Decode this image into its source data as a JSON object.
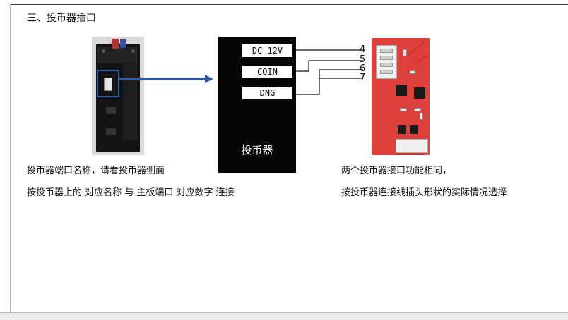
{
  "section_title": "三、投币器插口",
  "coin_box": {
    "name": "投币器",
    "pins": [
      "DC 12V",
      "COIN",
      "DNG"
    ]
  },
  "pin_numbers": [
    "4",
    "5",
    "6",
    "7"
  ],
  "left_text": {
    "line1": "投币器端口名称，请看投币器侧面",
    "line2": "按投币器上的 对应名称 与 主板端口 对应数字 连接"
  },
  "right_text": {
    "line1": "两个投币器接口功能相同，",
    "line2": "按投币器连接线插头形状的实际情况选择"
  },
  "colors": {
    "arrow": "#2f5aa8",
    "box": "#050505",
    "board": "#dd3f3b"
  }
}
